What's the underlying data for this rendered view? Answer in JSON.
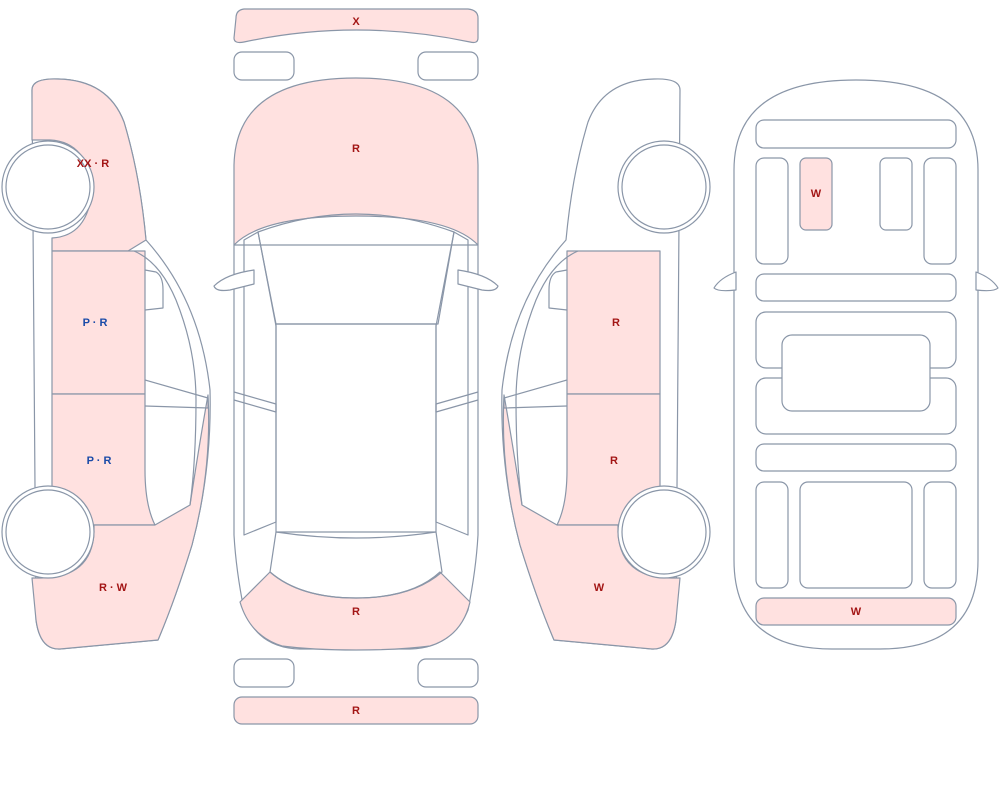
{
  "colors": {
    "damaged_fill": "#ffe1e0",
    "outline": "#8a96a8",
    "label_red": "#a31515",
    "label_blue": "#1a4ba8"
  },
  "left_view": {
    "front_fender": "XX · R",
    "front_door": "P · R",
    "rear_door": "P · R",
    "rear_quarter": "R · W"
  },
  "top_view": {
    "front_bumper": "X",
    "hood": "R",
    "trunk": "R",
    "rear_bumper": "R"
  },
  "right_view": {
    "front_door": "R",
    "rear_door": "R",
    "rear_quarter": "W"
  },
  "under_view": {
    "front_member": "W",
    "rear_panel": "W"
  }
}
